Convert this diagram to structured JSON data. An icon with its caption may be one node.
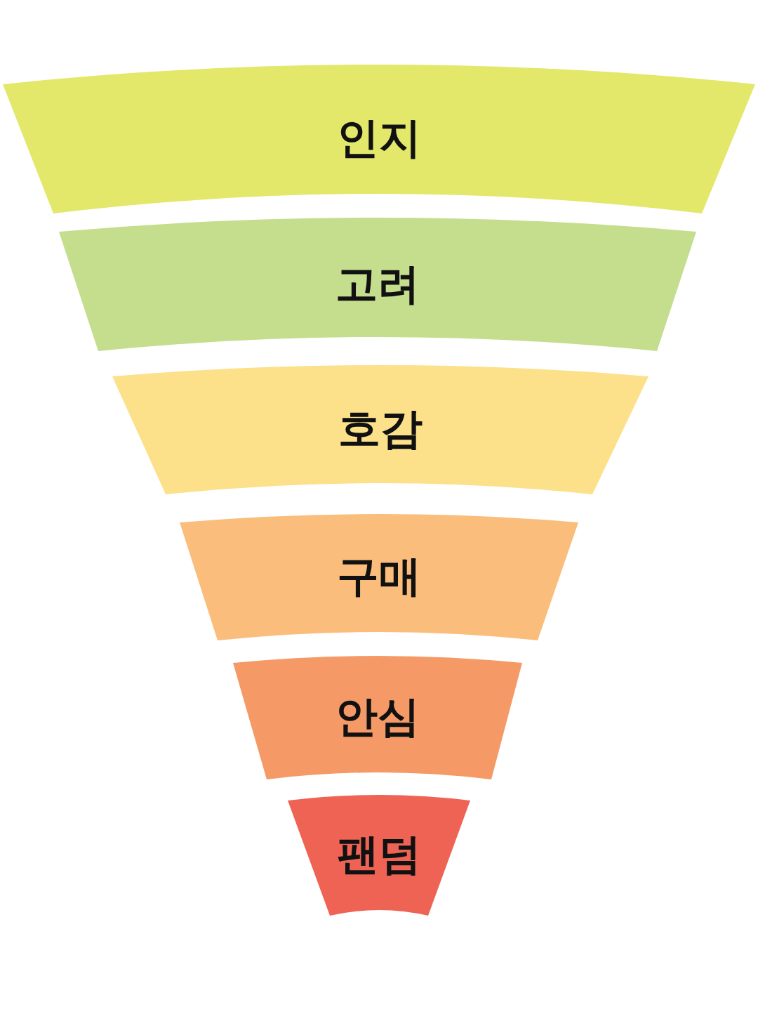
{
  "diagram": {
    "nodes": [
      {
        "text": [
          "인지"
        ]
      },
      {
        "text": [
          "고려"
        ]
      },
      {
        "text": [
          "호감"
        ]
      },
      {
        "text": [
          "구매"
        ]
      },
      {
        "text": [
          "안심"
        ]
      },
      {
        "text": [
          "팬덤"
        ]
      }
    ]
  }
}
